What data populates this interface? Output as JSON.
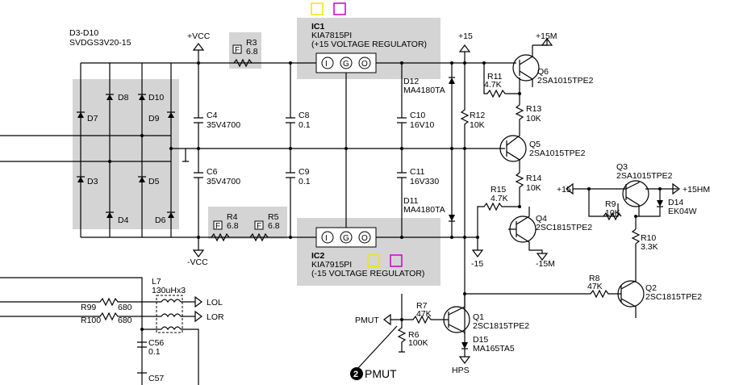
{
  "colors": {
    "shade": "#d4d4d4",
    "yellow": "#f2e600",
    "magenta": "#cc00cc"
  },
  "bridge": {
    "part": "D3-D10",
    "type": "SVDGS3V20-15",
    "diodes": [
      "D7",
      "D8",
      "D9",
      "D10",
      "D3",
      "D4",
      "D5",
      "D6"
    ]
  },
  "rails": {
    "pvcc": "+VCC",
    "nvcc": "-VCC",
    "p15": "+15",
    "n15": "-15",
    "p15m": "+15M",
    "n15m": "-15M",
    "p15hm": "+15HM",
    "p15b": "+15"
  },
  "caps": {
    "c4": {
      "ref": "C4",
      "val": "35V4700"
    },
    "c6": {
      "ref": "C6",
      "val": "35V4700"
    },
    "c8": {
      "ref": "C8",
      "val": "0.1"
    },
    "c9": {
      "ref": "C9",
      "val": "0.1"
    },
    "c10": {
      "ref": "C10",
      "val": "16V10"
    },
    "c11": {
      "ref": "C11",
      "val": "16V330"
    },
    "c56": {
      "ref": "C56",
      "val": "0.1"
    },
    "c57": {
      "ref": "C57",
      "val": ""
    }
  },
  "res": {
    "r3": {
      "ref": "R3",
      "val": "6.8"
    },
    "r4": {
      "ref": "R4",
      "val": "6.8"
    },
    "r5": {
      "ref": "R5",
      "val": "6.8"
    },
    "r6": {
      "ref": "R6",
      "val": "100K"
    },
    "r7": {
      "ref": "R7",
      "val": "47K"
    },
    "r8": {
      "ref": "R8",
      "val": "47K"
    },
    "r9": {
      "ref": "R9",
      "val": "10K"
    },
    "r10": {
      "ref": "R10",
      "val": "3.3K"
    },
    "r11": {
      "ref": "R11",
      "val": "4.7K"
    },
    "r12": {
      "ref": "R12",
      "val": "10K"
    },
    "r13": {
      "ref": "R13",
      "val": "10K"
    },
    "r14": {
      "ref": "R14",
      "val": "10K"
    },
    "r15": {
      "ref": "R15",
      "val": "4.7K"
    },
    "r99": {
      "ref": "R99",
      "val": "680"
    },
    "r100": {
      "ref": "R100",
      "val": "680"
    }
  },
  "ic1": {
    "ref": "IC1",
    "part": "KIA7815PI",
    "desc": "(+15 VOLTAGE REGULATOR)",
    "pins": [
      "I",
      "G",
      "O"
    ]
  },
  "ic2": {
    "ref": "IC2",
    "part": "KIA7915PI",
    "desc": "(-15 VOLTAGE REGULATOR)",
    "pins": [
      "I",
      "G",
      "O"
    ]
  },
  "zener": {
    "d12": {
      "ref": "D12",
      "val": "MA4180TA"
    },
    "d11": {
      "ref": "D11",
      "val": "MA4180TA"
    },
    "d14": {
      "ref": "D14",
      "val": "EK04W"
    },
    "d15": {
      "ref": "D15",
      "val": "MA165TA5"
    }
  },
  "transistors": {
    "q1": {
      "ref": "Q1",
      "part": "2SC1815TPE2"
    },
    "q2": {
      "ref": "Q2",
      "part": "2SC1815TPE2"
    },
    "q3": {
      "ref": "Q3",
      "part": "2SA1015TPE2"
    },
    "q4": {
      "ref": "Q4",
      "part": "2SC1815TPE2"
    },
    "q5": {
      "ref": "Q5",
      "part": "2SA1015TPE2"
    },
    "q6": {
      "ref": "Q6",
      "part": "2SA1015TPE2"
    }
  },
  "inductor": {
    "ref": "L7",
    "val": "130uHx3"
  },
  "outputs": {
    "lol": "LOL",
    "lor": "LOR",
    "hps": "HPS",
    "pmut": "PMUT"
  },
  "callout": {
    "num": "2",
    "label": "PMUT"
  },
  "fuse_mark": "F",
  "warn_mark": "!"
}
